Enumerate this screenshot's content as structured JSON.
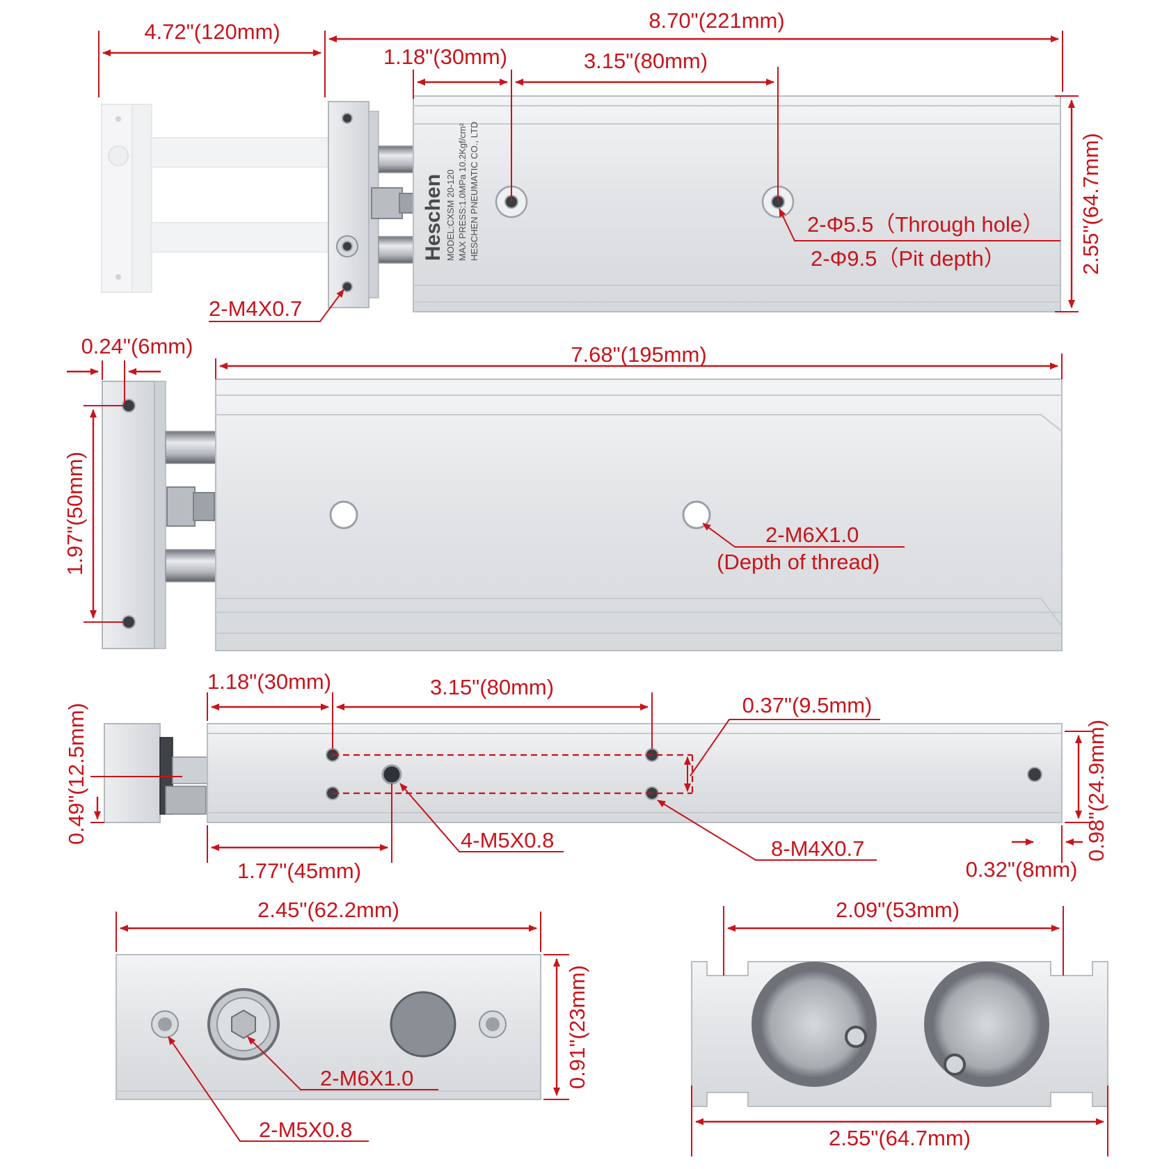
{
  "labels": {
    "top_stroke": "4.72\"(120mm)",
    "top_length": "8.70\"(221mm)",
    "top_offset": "1.18\"(30mm)",
    "top_pitch": "3.15\"(80mm)",
    "top_height": "2.55\"(64.7mm)",
    "through_hole": "2-Φ5.5（Through hole）",
    "pit_depth": "2-Φ9.5（Pit depth）",
    "plate_thread": "2-M4X0.7",
    "mid_plate_thk": "0.24\"(6mm)",
    "mid_length": "7.68\"(195mm)",
    "mid_plate_height": "1.97\"(50mm)",
    "mid_thread": "2-M6X1.0",
    "mid_thread_note": "(Depth of thread)",
    "side_offset": "1.18\"(30mm)",
    "side_pitch": "3.15\"(80mm)",
    "side_row_gap": "0.37\"(9.5mm)",
    "side_rod_height": "0.49\"(12.5mm)",
    "side_height": "0.98\"(24.9mm)",
    "side_offset2": "1.77\"(45mm)",
    "side_thread_m5": "4-M5X0.8",
    "side_thread_m4": "8-M4X0.7",
    "side_end": "0.32\"(8mm)",
    "end_width": "2.45\"(62.2mm)",
    "end_height": "0.91\"(23mm)",
    "end_thread_m6": "2-M6X1.0",
    "end_thread_m5": "2-M5X0.8",
    "bore_pitch": "2.09\"(53mm)",
    "bore_width": "2.55\"(64.7mm)"
  },
  "nameplate": {
    "brand": "Heschen",
    "model": "MODEL:CXSM 20-120",
    "pressure": "MAX PRESS:1.0MPa 10.2Kgf/cm²",
    "company": "HESCHEN PNEUMATIC CO., LTD"
  },
  "colors": {
    "dimension_red": "#c8141b",
    "aluminum": "#e3e5e8"
  }
}
